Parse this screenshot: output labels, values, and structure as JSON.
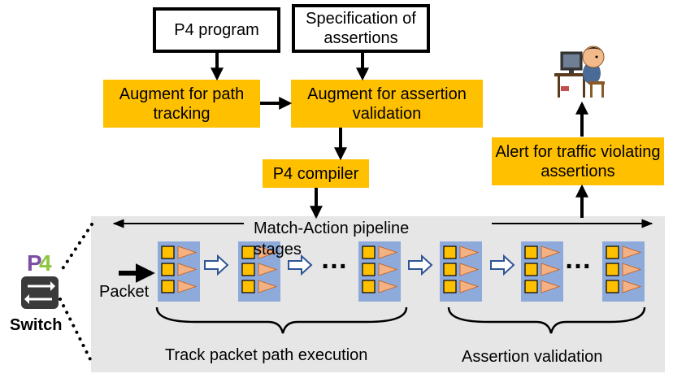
{
  "inputs": {
    "p4_program": "P4 program",
    "assertion_spec": "Specification of assertions"
  },
  "steps": {
    "augment_path": "Augment for path tracking",
    "augment_assertion": "Augment for assertion validation",
    "compiler": "P4 compiler",
    "alert": "Alert for traffic violating assertions"
  },
  "pipeline": {
    "title": "Match-Action pipeline stages",
    "packet_label": "Packet",
    "ellipsis": "…",
    "group_left": "Track packet path execution",
    "group_right": "Assertion validation"
  },
  "switch": {
    "logo_text": "P4",
    "label": "Switch"
  },
  "colors": {
    "accent_orange": "#ffc000",
    "stage_blue": "#8eaadb",
    "cell_orange": "#ffc000",
    "triangle_peach": "#f4b183",
    "pipeline_bg": "#e7e6e6",
    "arrow_blue": "#2f5597"
  },
  "icons": [
    "user-at-computer-icon",
    "switch-icon",
    "p4-logo"
  ]
}
